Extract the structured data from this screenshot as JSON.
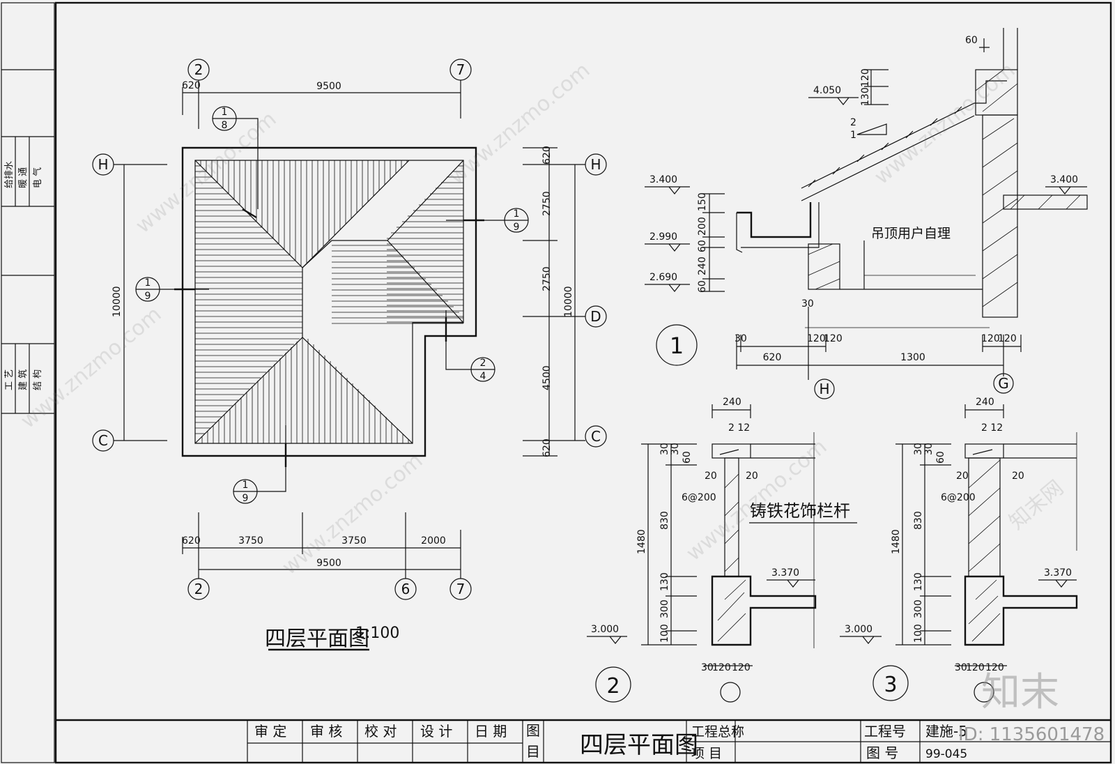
{
  "discipline_column": {
    "group1": [
      "给排水",
      "暖 通",
      "电 气"
    ],
    "group2": [
      "工 艺",
      "建 筑",
      "结 构"
    ]
  },
  "plan": {
    "title": "四层平面图",
    "scale_fragment": "1:100",
    "axis_labels": {
      "h": "H",
      "d": "D",
      "c": "C",
      "a2": "2",
      "a6": "6",
      "a7": "7"
    },
    "dims_top": {
      "offset": "620",
      "total": "9500"
    },
    "dims_left": {
      "total": "10000"
    },
    "dims_right": {
      "d1": "620",
      "d2": "2750",
      "d3": "2750",
      "d4": "4500",
      "d5": "620",
      "total": "10000"
    },
    "dims_bottom": {
      "d1": "620",
      "d2": "3750",
      "d3": "3750",
      "d4": "2000",
      "total": "9500"
    },
    "callouts": [
      {
        "num": "1",
        "den": "8"
      },
      {
        "num": "1",
        "den": "9"
      },
      {
        "num": "1",
        "den": "9"
      },
      {
        "num": "2",
        "den": "4"
      },
      {
        "num": "1",
        "den": "9"
      }
    ]
  },
  "detail1": {
    "number": "1",
    "elevations": {
      "e1": "4.050",
      "e2": "3.400",
      "e3": "2.990",
      "e4": "2.690",
      "e5": "3.400"
    },
    "slope": {
      "rise": "1",
      "run": "2"
    },
    "vertical_dims": [
      "120",
      "130",
      "150",
      "200",
      "60",
      "240",
      "60"
    ],
    "top_dim": "60",
    "bottom_dims": {
      "a": "30",
      "b": "120",
      "c": "120",
      "d": "30",
      "e": "120",
      "f": "120",
      "g": "620",
      "h": "1300"
    },
    "note": "吊顶用户自理",
    "axes": {
      "h": "H",
      "g": "G"
    }
  },
  "detail2": {
    "number": "2",
    "top_dim": "240",
    "rebar": "2 12",
    "stirrup": "6@200",
    "side": {
      "l": "20",
      "r": "20"
    },
    "elevations": {
      "e1": "3.370",
      "e2": "3.000"
    },
    "vertical_dims": [
      "30",
      "30",
      "60",
      "830",
      "130",
      "300",
      "100"
    ],
    "total": "1480",
    "bottom_dims": {
      "a": "30",
      "b": "120",
      "c": "120"
    },
    "note": "铸铁花饰栏杆"
  },
  "detail3": {
    "number": "3",
    "top_dim": "240",
    "rebar": "2 12",
    "stirrup": "6@200",
    "side": {
      "l": "20",
      "r": "20"
    },
    "elevations": {
      "e1": "3.370",
      "e2": "3.000"
    },
    "vertical_dims": [
      "30",
      "30",
      "60",
      "830",
      "130",
      "300",
      "100"
    ],
    "total": "1480",
    "bottom_dims": {
      "a": "30",
      "b": "120",
      "c": "120"
    }
  },
  "title_block": {
    "roles": [
      "审 定",
      "审 核",
      "校 对",
      "设 计",
      "日 期"
    ],
    "drawing_label_1": "图",
    "drawing_label_2": "目",
    "drawing_name": "四层平面图",
    "project_label_1": "工程总称",
    "project_label_2": "项 目",
    "job_label": "工程号",
    "job_value": "建施-5",
    "sheet_label": "图 号",
    "sheet_value": "99-045"
  },
  "watermark": {
    "text": "www.znzmo.com",
    "brand": "知末网",
    "logo": "知末",
    "id": "ID: 1135601478"
  }
}
